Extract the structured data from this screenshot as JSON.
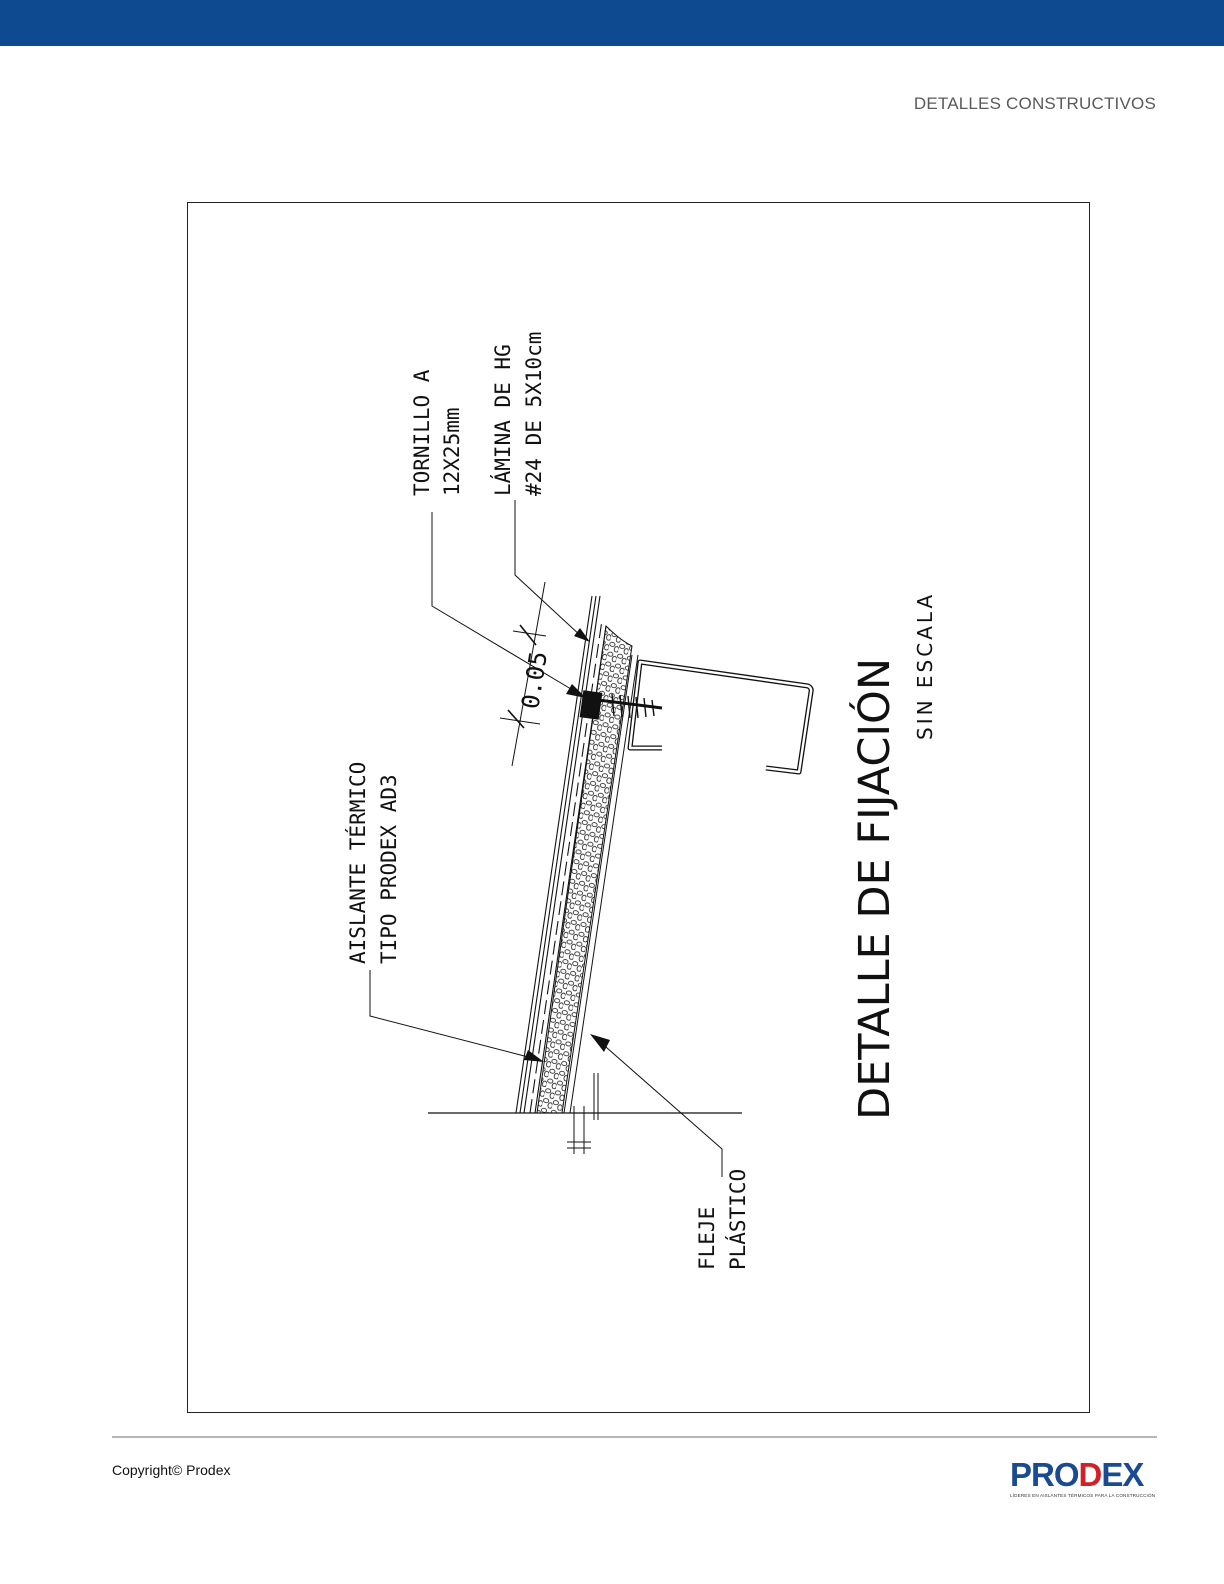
{
  "header": {
    "section_title": "DETALLES CONSTRUCTIVOS"
  },
  "drawing": {
    "title": "DETALLE DE FIJACIÓN",
    "subtitle": "SIN ESCALA",
    "dimension": "0.05",
    "labels": {
      "tornillo": [
        "TORNILLO A",
        "12X25mm"
      ],
      "lamina": [
        "LÁMINA DE HG",
        "#24 DE 5X10cm"
      ],
      "aislante": [
        "AISLANTE TÉRMICO",
        "TIPO PRODEX AD3"
      ],
      "fleje": [
        "FLEJE",
        "PLÁSTICO"
      ]
    }
  },
  "footer": {
    "copyright": "Copyright© Prodex",
    "logo_text_left": "PRO",
    "logo_text_red": "D",
    "logo_text_right": "EX",
    "logo_tagline": "LÍDERES EN AISLANTES TÉRMICOS PARA LA CONSTRUCCIÓN"
  },
  "colors": {
    "brand_blue": "#0e4a8f",
    "logo_blue": "#1a4a92",
    "logo_red": "#d32027"
  }
}
